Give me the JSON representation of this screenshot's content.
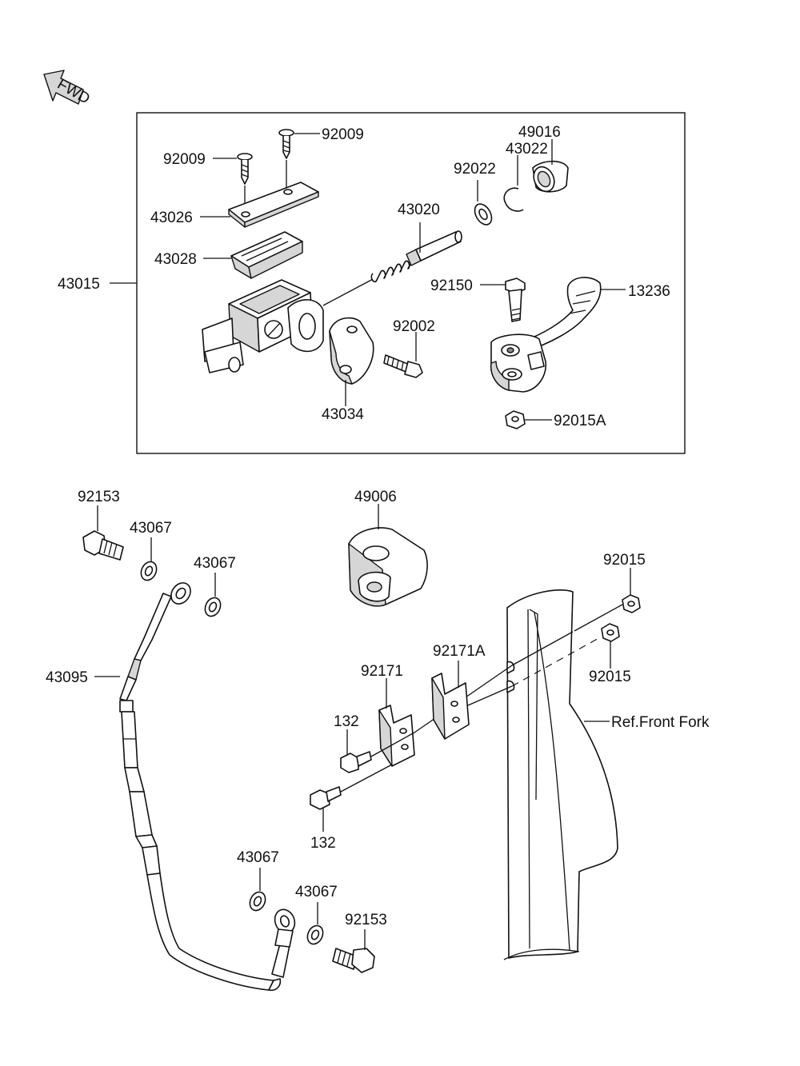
{
  "fwd_label": "FWD",
  "assembly_label": "43015",
  "labels": {
    "p92009a": "92009",
    "p92009b": "92009",
    "p43026": "43026",
    "p43028": "43028",
    "p43020": "43020",
    "p92022": "92022",
    "p43022": "43022",
    "p49016": "49016",
    "p92150": "92150",
    "p13236": "13236",
    "p92002": "92002",
    "p43034": "43034",
    "p92015A": "92015A",
    "p92153a": "92153",
    "p43067a": "43067",
    "p43067b": "43067",
    "p49006": "49006",
    "p92015a": "92015",
    "p92015b": "92015",
    "p92171A": "92171A",
    "p92171": "92171",
    "p132a": "132",
    "p132b": "132",
    "p43095": "43095",
    "ref_fork": "Ref.Front Fork",
    "p43067c": "43067",
    "p43067d": "43067",
    "p92153b": "92153"
  }
}
